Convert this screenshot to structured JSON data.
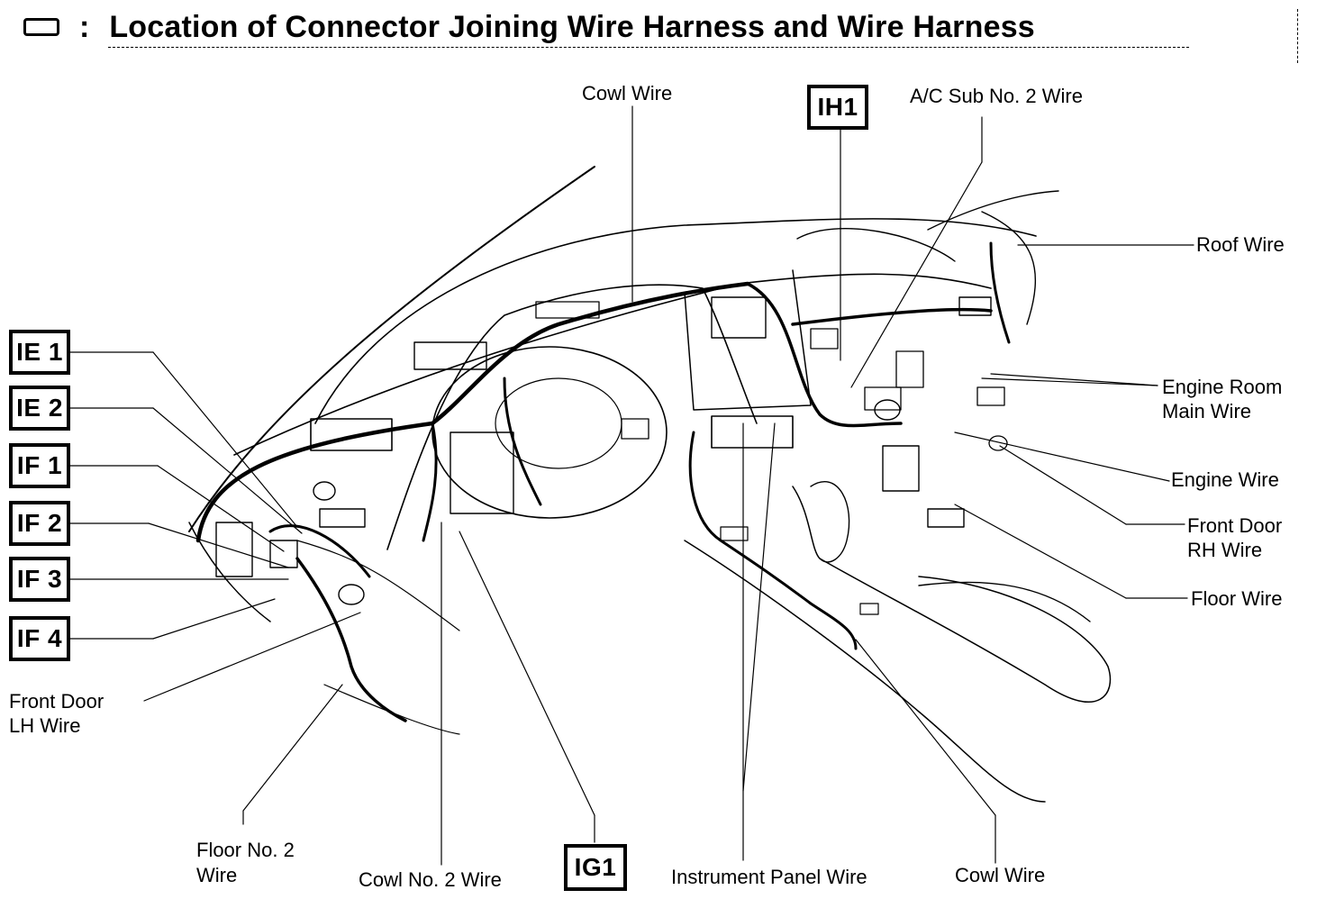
{
  "title": {
    "colon": ":",
    "text": "Location of Connector Joining Wire Harness and Wire Harness"
  },
  "connector_codes": {
    "ih1": "IH1",
    "ie1": "IE 1",
    "ie2": "IE 2",
    "if1": "IF 1",
    "if2": "IF 2",
    "if3": "IF 3",
    "if4": "IF 4",
    "ig1": "IG1"
  },
  "labels": {
    "cowl_wire_top": "Cowl Wire",
    "ac_sub_no2_wire": "A/C Sub No. 2 Wire",
    "roof_wire": "Roof Wire",
    "engine_room_main_wire_1": "Engine Room",
    "engine_room_main_wire_2": "Main Wire",
    "engine_wire": "Engine Wire",
    "front_door_rh_wire_1": "Front Door",
    "front_door_rh_wire_2": "RH Wire",
    "floor_wire": "Floor Wire",
    "front_door_lh_wire_1": "Front Door",
    "front_door_lh_wire_2": "LH Wire",
    "floor_no2_wire_1": "Floor No. 2",
    "floor_no2_wire_2": "Wire",
    "cowl_no2_wire": "Cowl No. 2 Wire",
    "instrument_panel_wire": "Instrument Panel Wire",
    "cowl_wire_bottom": "Cowl Wire"
  }
}
